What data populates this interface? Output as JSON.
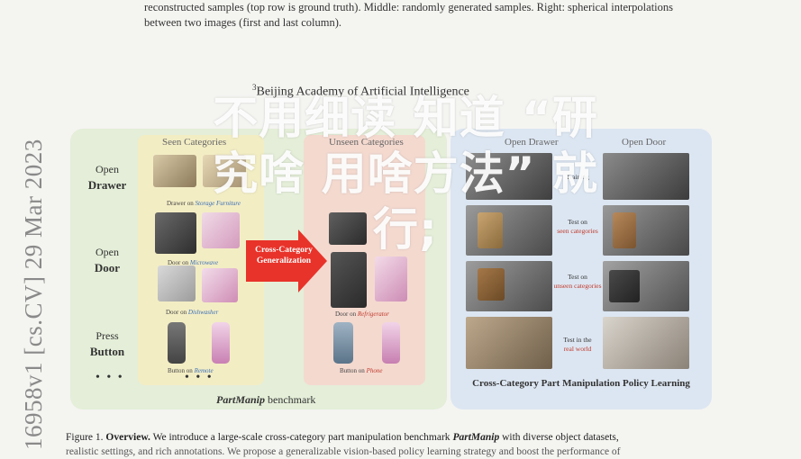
{
  "top_caption": "reconstructed samples (top row is ground truth).  Middle:  randomly generated samples.  Right: spherical interpolations between two images (first and last column).",
  "arxiv_stamp": "16958v1  [cs.CV]  29 Mar 2023",
  "affiliation": {
    "sup": "3",
    "text": "Beijing Academy of Artificial Intelligence"
  },
  "left_panel": {
    "seen_title": "Seen Categories",
    "unseen_title": "Unseen Categories",
    "rows": [
      {
        "verb": "Open",
        "noun": "Drawer"
      },
      {
        "verb": "Open",
        "noun": "Door"
      },
      {
        "verb": "Press",
        "noun": "Button"
      }
    ],
    "row_dots": "• • •",
    "seen_items": [
      {
        "prefix": "Drawer on",
        "obj": "Storage Furniture"
      },
      {
        "prefix": "Door on",
        "obj": "Microwave"
      },
      {
        "prefix": "Door on",
        "obj": "Dishwasher"
      },
      {
        "prefix": "Button on",
        "obj": "Remote"
      }
    ],
    "unseen_items": [
      {
        "prefix": "Door on",
        "obj": "Refrigerator"
      },
      {
        "prefix": "Button on",
        "obj": "Phone"
      }
    ],
    "col_dots": "• • •",
    "arrow_label": "Cross-Category Generalization",
    "benchmark_name": "PartManip",
    "benchmark_suffix": " benchmark"
  },
  "right_panel": {
    "title_left": "Open Drawer",
    "title_right": "Open Door",
    "rows": [
      {
        "text": "Training",
        "highlight": ""
      },
      {
        "text": "Test on",
        "highlight": "seen categories"
      },
      {
        "text": "Test on",
        "highlight": "unseen categories"
      },
      {
        "text": "Test in the",
        "highlight": "real world"
      }
    ],
    "policy_label": "Cross-Category Part Manipulation Policy Learning"
  },
  "figure_caption": {
    "label": "Figure 1.",
    "bold": "Overview.",
    "text1": " We introduce a large-scale cross-category part manipulation benchmark ",
    "name": "PartManip",
    "text2": " with diverse object datasets,",
    "line2": "realistic settings, and rich annotations.  We propose a generalizable vision-based policy learning strategy and boost the performance of"
  },
  "overlay": {
    "line1": "不用细读 知道 “研",
    "line2": "究啥 用啥方法” 就",
    "line3": "行;"
  },
  "colors": {
    "left_panel": "#e4eed8",
    "seen_box": "#f3edc4",
    "unseen_box": "#f4d9cf",
    "right_panel": "#dce6f2",
    "arrow": "#e8332a",
    "overlay_text": "#ffffff"
  }
}
